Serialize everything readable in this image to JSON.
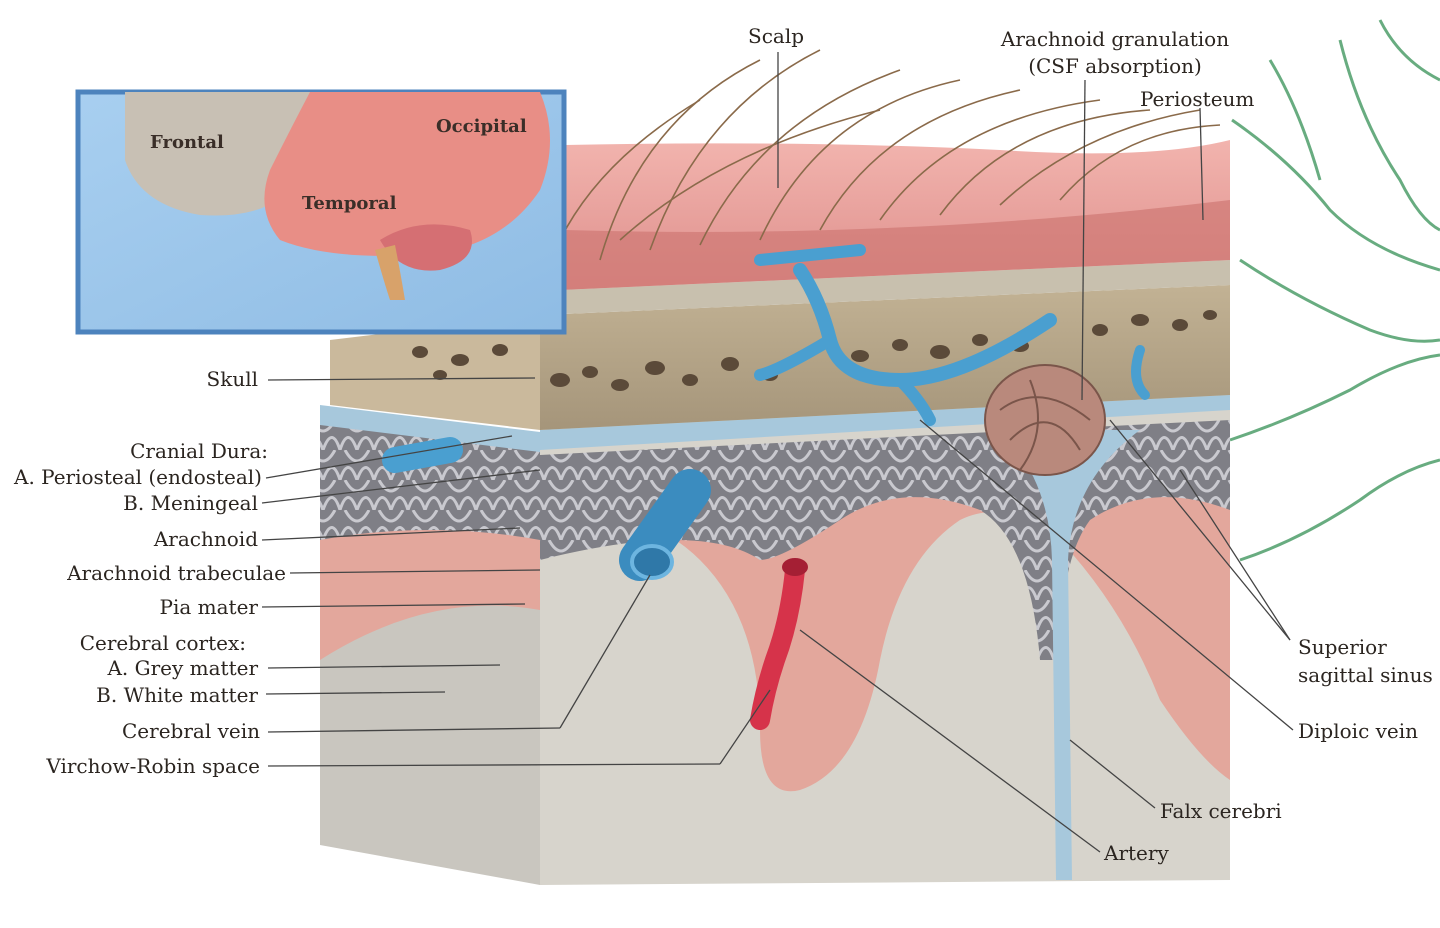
{
  "inset": {
    "lobes": {
      "frontal": "Frontal",
      "occipital": "Occipital",
      "temporal": "Temporal"
    }
  },
  "labels_top": {
    "scalp": "Scalp",
    "arachnoid_granulation": "Arachnoid granulation",
    "csf_absorption": "(CSF absorption)",
    "periosteum": "Periosteum"
  },
  "labels_left": {
    "skull": "Skull",
    "cranial_dura": "Cranial Dura:",
    "periosteal": "A. Periosteal (endosteal)",
    "meningeal": "B. Meningeal",
    "arachnoid": "Arachnoid",
    "arachnoid_trabeculae": "Arachnoid trabeculae",
    "pia_mater": "Pia mater",
    "cerebral_cortex": "Cerebral cortex:",
    "grey_matter": "A. Grey matter",
    "white_matter": "B. White matter",
    "cerebral_vein": "Cerebral vein",
    "virchow_robin": "Virchow-Robin space"
  },
  "labels_right": {
    "superior": "Superior",
    "sagittal_sinus": "sagittal sinus",
    "diploic_vein": "Diploic vein",
    "falx_cerebri": "Falx cerebri",
    "artery": "Artery"
  },
  "colors": {
    "scalp": "#e9a3a0",
    "bone": "#b7a68c",
    "dura": "#a7c8dc",
    "vein": "#4a9fd0",
    "artery": "#d6334a",
    "grey_matter": "#e3a79c",
    "white_matter": "#d9d6cf",
    "inset_bg": "#9cc6ea",
    "neuron": "#4e9e6a"
  }
}
